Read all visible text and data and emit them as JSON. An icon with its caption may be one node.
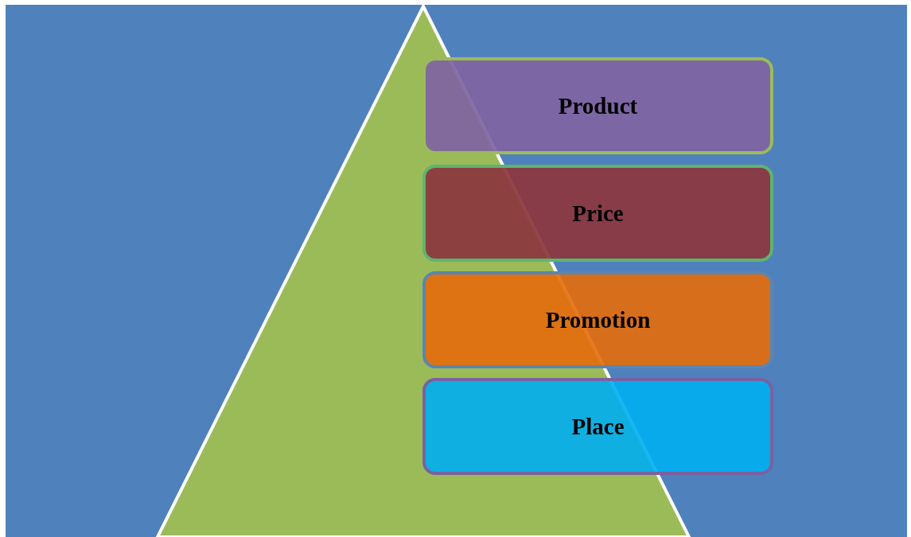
{
  "diagram": {
    "nodes": [
      {
        "text": [
          "Product"
        ]
      },
      {
        "text": [
          "Price"
        ]
      },
      {
        "text": [
          "Promotion"
        ]
      },
      {
        "text": [
          "Place"
        ]
      }
    ]
  }
}
